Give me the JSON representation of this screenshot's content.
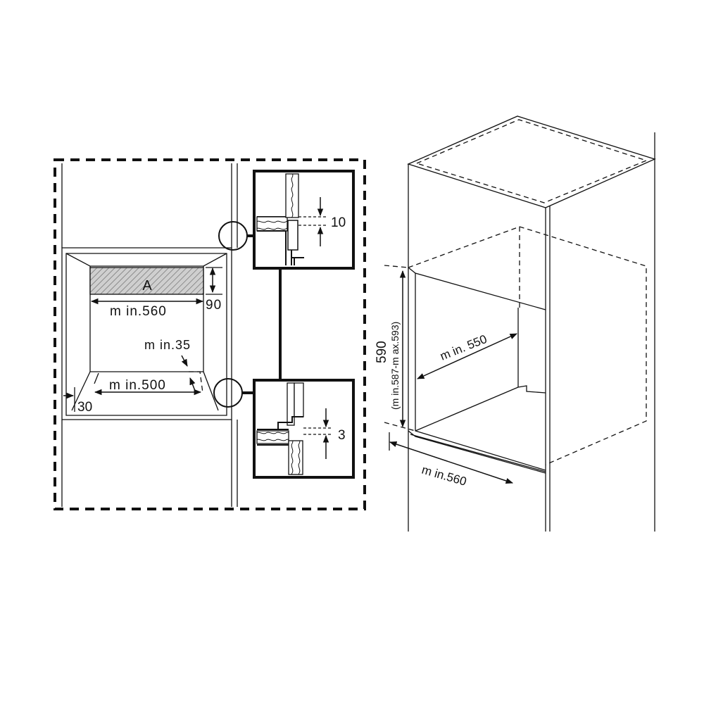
{
  "left_view": {
    "label_a": "A",
    "dim_width_top": "m in.560",
    "dim_height_a": "90",
    "dim_side_gap": "m in.35",
    "dim_width_bottom": "m in.500",
    "dim_bottom_offset": "30"
  },
  "detail_top": {
    "gap_value": "10"
  },
  "detail_bottom": {
    "gap_value": "3"
  },
  "cabinet_view": {
    "height_main": "590",
    "height_range": "(m in.587-m ax.593)",
    "depth": "m in. 550",
    "width": "m in.560"
  }
}
